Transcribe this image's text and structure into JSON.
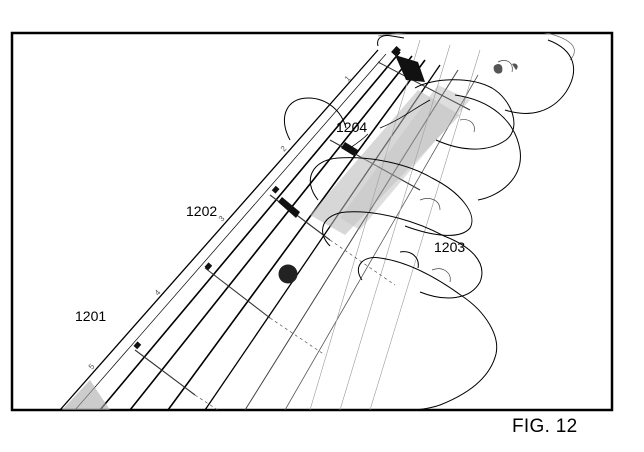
{
  "figure": {
    "caption": "FIG. 12",
    "reference_labels": {
      "label_1201": "1201",
      "label_1202": "1202",
      "label_1203": "1203",
      "label_1204": "1204"
    },
    "fret_numbers": {
      "fret_1": "1",
      "fret_2": "2",
      "fret_3": "3",
      "fret_4": "4",
      "fret_5": "5"
    },
    "colors": {
      "line": "#000000",
      "highlight": "#b8b8b8",
      "marker": "#333333",
      "background": "#ffffff"
    }
  }
}
